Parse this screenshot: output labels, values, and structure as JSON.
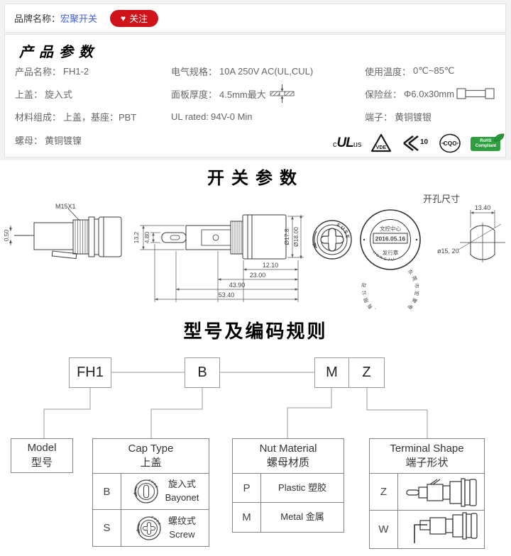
{
  "colors": {
    "link_blue": "#3f5fd0",
    "button_red": "#d0121a",
    "rohs_green": "#2f9e3f"
  },
  "brand_bar": {
    "label": "品牌名称：",
    "brand": "宏聚开关",
    "heart": "♥",
    "follow": "关注"
  },
  "params": {
    "title": "产品参数",
    "f": [
      {
        "l": "产品名称：",
        "v": "FH1-2"
      },
      {
        "l": "电气规格：",
        "v": "10A 250V AC(UL,CUL)"
      },
      {
        "l": "使用温度：",
        "v": "0℃~85℃"
      },
      {
        "l": "上盖：",
        "v": "旋入式"
      },
      {
        "l": "面板厚度：",
        "v": "4.5mm最大"
      },
      {
        "l": "保险丝：",
        "v": "Φ6.0x30mm"
      },
      {
        "l": "材料组成：",
        "v": "上盖，基座：PBT"
      },
      {
        "l": "UL rated:",
        "v": "94V-0 Min"
      },
      {
        "l": "端子：",
        "v": "黄铜镀银"
      },
      {
        "l": "螺母：",
        "v": "黄铜镀镍"
      }
    ],
    "certs": {
      "ul": {
        "c": "c",
        "main": "UL",
        "us": "us"
      },
      "vde": "VDE",
      "enec": "10",
      "cqc": "CQC",
      "rohs": {
        "l1": "RoHS",
        "l2": "Compliant"
      }
    }
  },
  "switch_section": {
    "title": "开关参数",
    "drawing": {
      "thread": "M15X1",
      "dim_050": "0.50",
      "dim_132": "13.2",
      "dim_480": "4.80",
      "dim_d178": "Ø17.8",
      "dim_d1800": "Ø18.00",
      "dim_1210": "12.10",
      "dim_2300": "23.00",
      "dim_4390": "43.90",
      "dim_5340": "53.40",
      "cap_text": "FUSE",
      "stamp_ring": "东莞市宏聚电子五金制品有限公司",
      "stamp_line1": "文控中心",
      "stamp_date": "2016.05.16",
      "stamp_line2": "发行章",
      "stamp_bottom": "HONGJU",
      "hole_title": "开孔尺寸",
      "hole_w": "13.40",
      "hole_d": "ø15, 20"
    }
  },
  "coding": {
    "title": "型号及编码规则",
    "codes": [
      "FH1",
      "B",
      "M",
      "Z"
    ],
    "model": {
      "en": "Model",
      "cn": "型号"
    },
    "cap": {
      "en": "Cap Type",
      "cn": "上盖",
      "rows": [
        {
          "code": "B",
          "cn": "旋入式",
          "en": "Bayonet",
          "icon_text": "FUSE"
        },
        {
          "code": "S",
          "cn": "螺纹式",
          "en": "Screw",
          "icon_text": "FUSE"
        }
      ]
    },
    "nut": {
      "en": "Nut Material",
      "cn": "螺母材质",
      "rows": [
        {
          "code": "P",
          "label": "Plastic 塑胶"
        },
        {
          "code": "M",
          "label": "Metal 金属"
        }
      ]
    },
    "terminal": {
      "en": "Terminal Shape",
      "cn": "端子形状",
      "rows": [
        {
          "code": "Z"
        },
        {
          "code": "W"
        }
      ]
    }
  }
}
